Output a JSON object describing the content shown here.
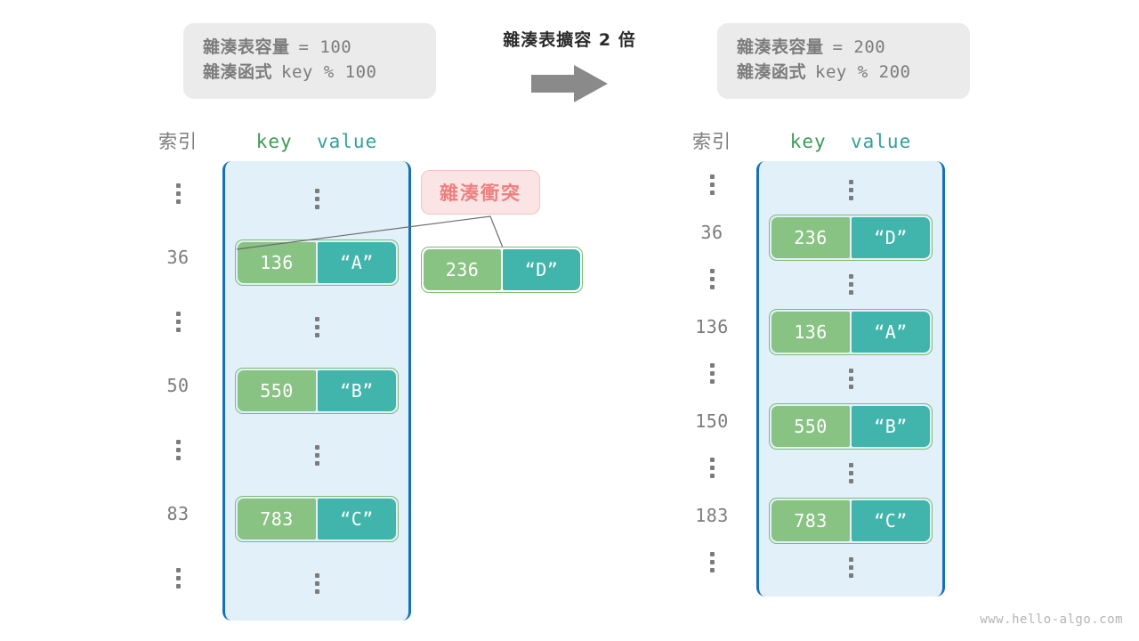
{
  "transition": {
    "title": "雜湊表擴容 2 倍",
    "arrow_icon": "right-arrow-icon"
  },
  "info_left": {
    "capacity_label": "雜湊表容量",
    "capacity_value": "= 100",
    "function_label": "雜湊函式",
    "function_value": "key % 100"
  },
  "info_right": {
    "capacity_label": "雜湊表容量",
    "capacity_value": "= 200",
    "function_label": "雜湊函式",
    "function_value": "key % 200"
  },
  "table_left": {
    "header_index": "索引",
    "header_key": "key",
    "header_value": "value",
    "rows": [
      {
        "index": "",
        "ellipsis_index": true,
        "ellipsis_cell": true
      },
      {
        "index": "36",
        "key": "136",
        "value": "“A”"
      },
      {
        "index": "",
        "ellipsis_index": true,
        "ellipsis_cell": true
      },
      {
        "index": "50",
        "key": "550",
        "value": "“B”"
      },
      {
        "index": "",
        "ellipsis_index": true,
        "ellipsis_cell": true
      },
      {
        "index": "83",
        "key": "783",
        "value": "“C”"
      },
      {
        "index": "",
        "ellipsis_index": true,
        "ellipsis_cell": true
      }
    ]
  },
  "table_right": {
    "header_index": "索引",
    "header_key": "key",
    "header_value": "value",
    "rows": [
      {
        "index": "",
        "ellipsis_index": true,
        "ellipsis_cell": true
      },
      {
        "index": "36",
        "key": "236",
        "value": "“D”"
      },
      {
        "index": "",
        "ellipsis_index": true,
        "ellipsis_cell": true
      },
      {
        "index": "136",
        "key": "136",
        "value": "“A”"
      },
      {
        "index": "",
        "ellipsis_index": true,
        "ellipsis_cell": true
      },
      {
        "index": "150",
        "key": "550",
        "value": "“B”"
      },
      {
        "index": "",
        "ellipsis_index": true,
        "ellipsis_cell": true
      },
      {
        "index": "183",
        "key": "783",
        "value": "“C”"
      },
      {
        "index": "",
        "ellipsis_index": true,
        "ellipsis_cell": true
      }
    ]
  },
  "collision": {
    "badge_label": "雜湊衝突",
    "key": "236",
    "value": "“D”"
  },
  "watermark": "www.hello-algo.com",
  "colors": {
    "key_cell": "#89c383",
    "value_cell": "#41b5ac",
    "pair_border": "#7cbd72",
    "bucket_fill": "#e2f0fa",
    "bucket_border": "#1570b8",
    "info_box": "#ebebeb",
    "badge_fill": "#fbe4e4",
    "badge_border": "#f4c4c4",
    "badge_text": "#ef7f7f",
    "header_key": "#3f9a55",
    "header_value": "#33a09b",
    "muted_text": "#7c7c7c",
    "arrow": "#8a8a8a",
    "connector_line": "#6b6b6b"
  }
}
